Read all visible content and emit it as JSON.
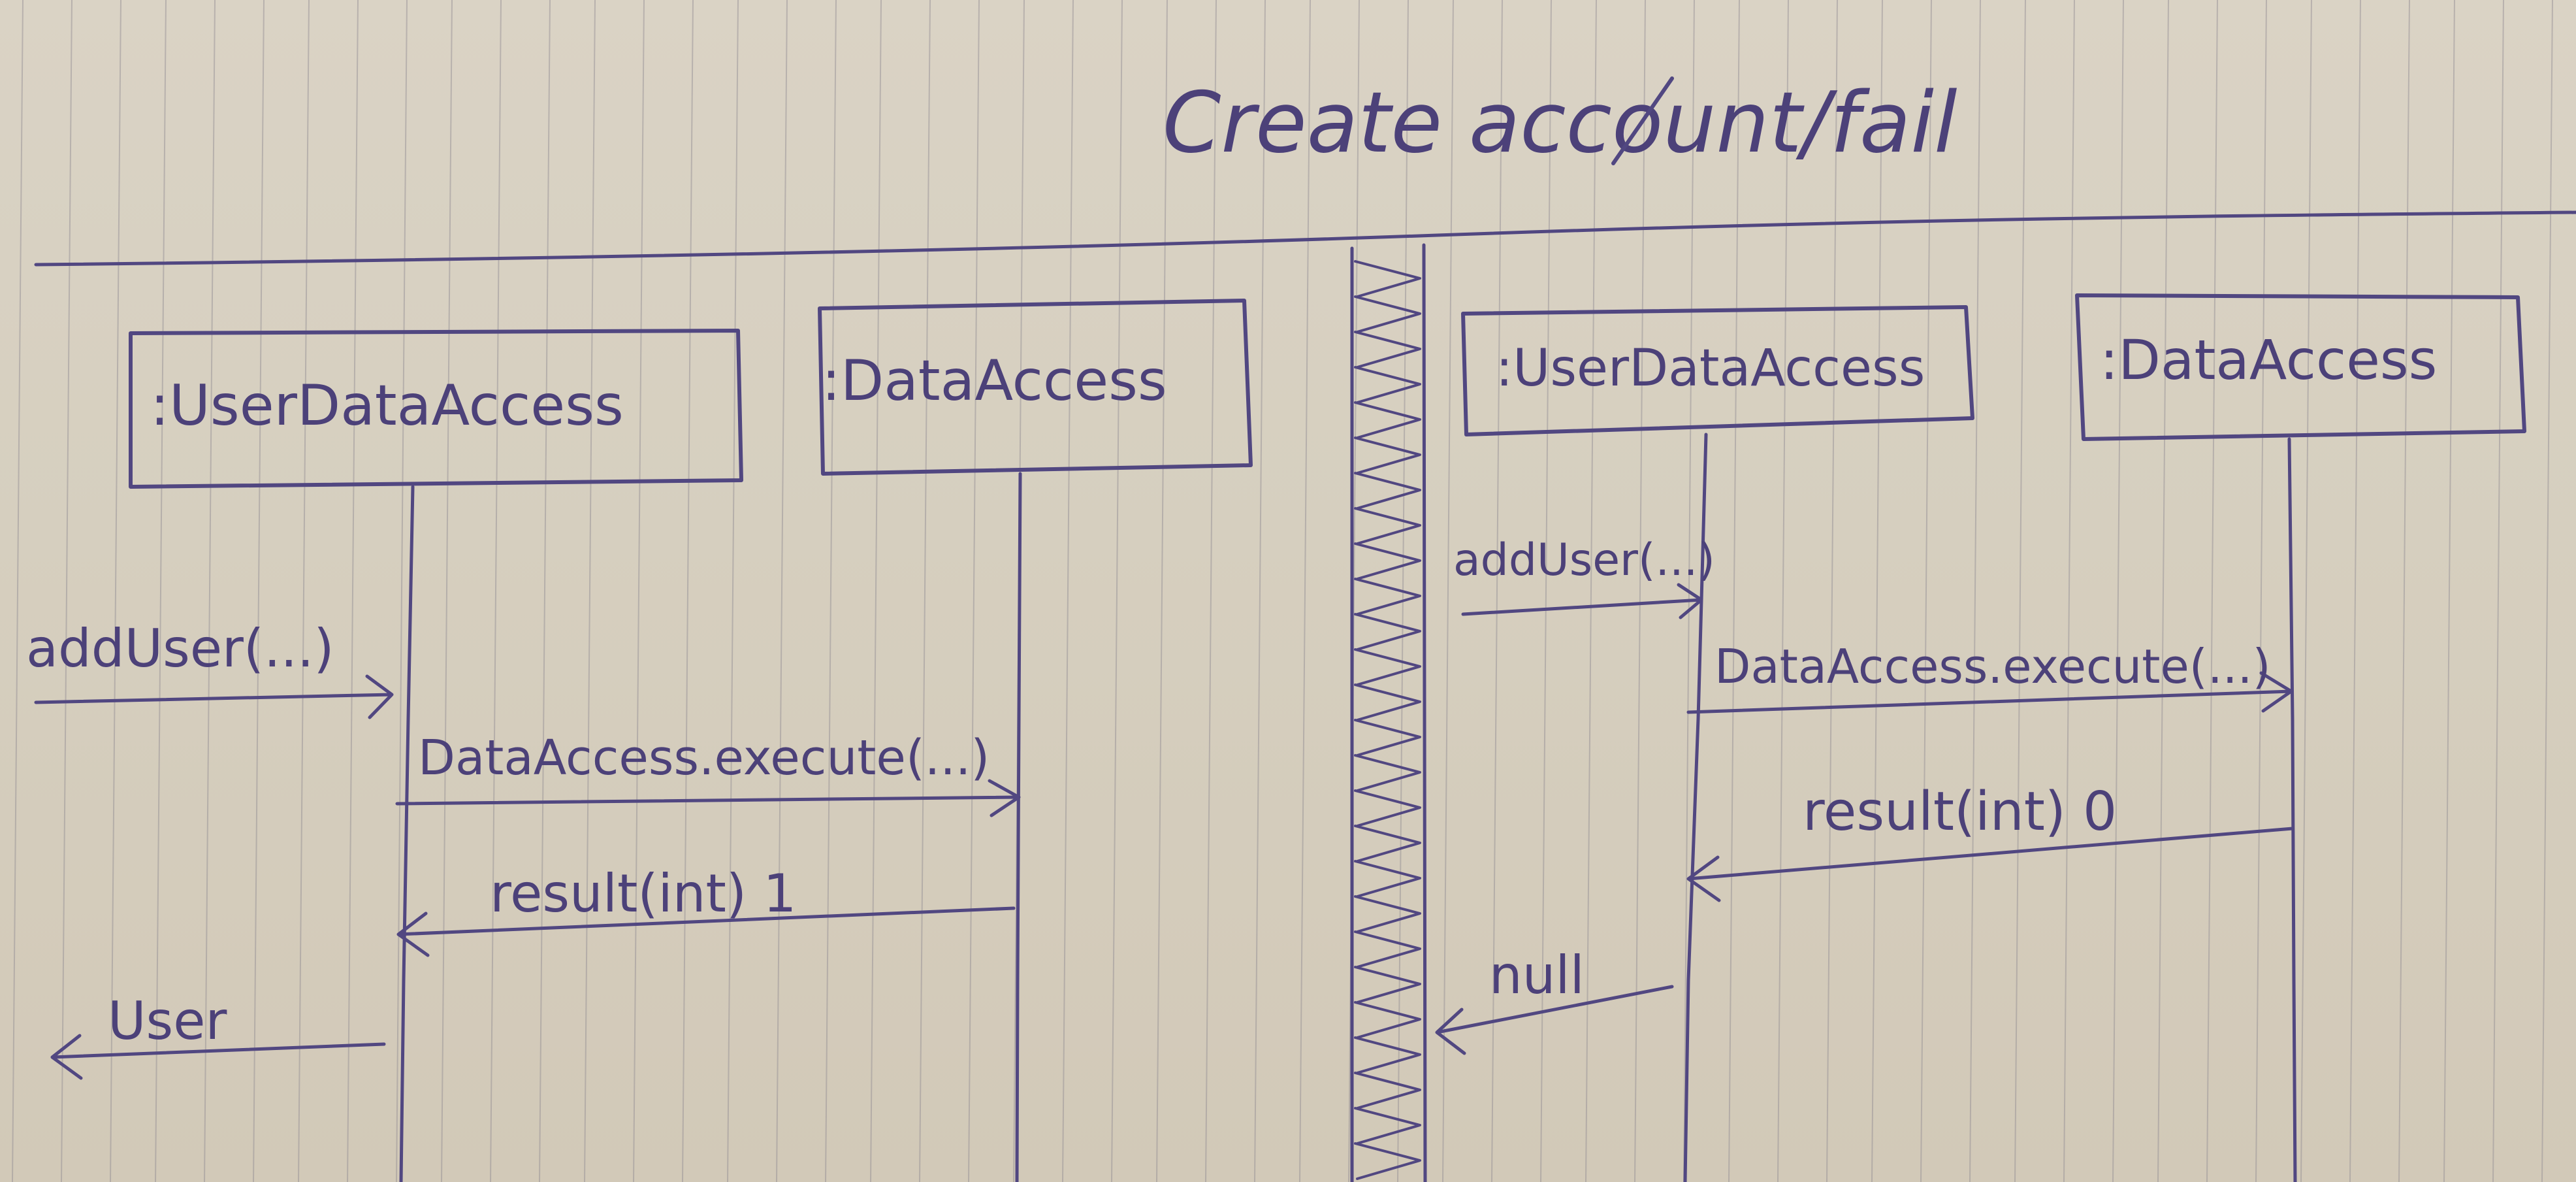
{
  "title": "Create account/fail",
  "colors": {
    "paper": "#d6cfbf",
    "ink": "#514781",
    "rule": "#8f8a92"
  },
  "success": {
    "participants": [
      ":UserDataAccess",
      ":DataAccess"
    ],
    "messages": [
      "addUser(...)",
      "DataAccess.execute(...)",
      "result(int) 1",
      "User"
    ]
  },
  "fail": {
    "participants": [
      ":UserDataAccess",
      ":DataAccess"
    ],
    "messages": [
      "addUser(...)",
      "DataAccess.execute(...)",
      "result(int) 0",
      "null"
    ]
  }
}
